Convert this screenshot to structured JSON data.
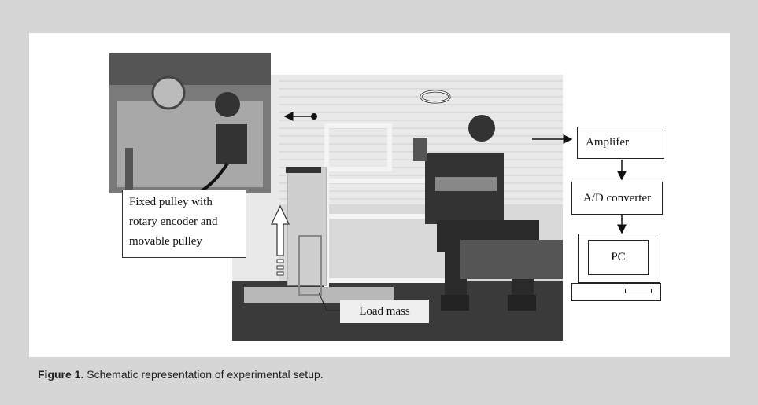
{
  "figure": {
    "caption_label": "Figure 1.",
    "caption_text": "Schematic representation of experimental setup."
  },
  "labels": {
    "pulley_line1": "Fixed pulley with",
    "pulley_line2": "rotary encoder and",
    "pulley_line3": "movable pulley",
    "load_mass": "Load mass"
  },
  "diagram": {
    "amplifier": "Amplifer",
    "ad_converter": "A/D converter",
    "pc": "PC"
  }
}
